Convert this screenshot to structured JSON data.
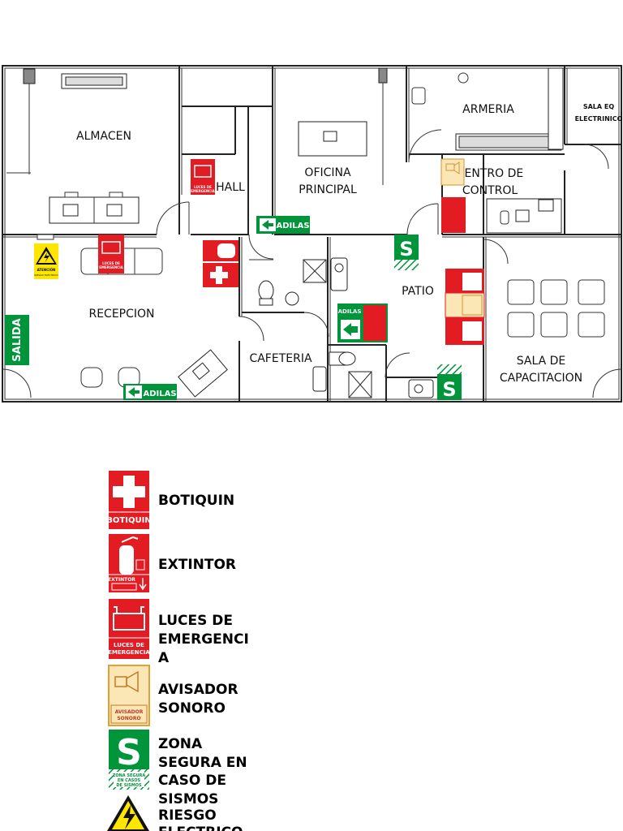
{
  "rooms": {
    "almacen": "ALMACEN",
    "hall": "HALL",
    "oficina_line1": "OFICINA",
    "oficina_line2": "PRINCIPAL",
    "armeria": "ARMERIA",
    "sala_eq_line1": "SALA EQ",
    "sala_eq_line2": "ELECTRINICO",
    "centro_line1": "CENTRO DE",
    "centro_line2": "CONTROL",
    "recepcion": "RECEPCION",
    "patio": "PATIO",
    "cafeteria": "CAFETERIA",
    "sala_cap_line1": "SALA DE",
    "sala_cap_line2": "CAPACITACION"
  },
  "signs": {
    "salida": "SALIDA",
    "salida_mirrored": "ADILAS",
    "luces_line1": "LUCES DE",
    "luces_line2": "EMERGENCIA",
    "atencion_line1": "ATENCIÓN",
    "atencion_line2": "RIESGO ELÉCTRICO",
    "botiquin": "BOTIQUIN",
    "extintor": "EXTINTOR",
    "zona_segura_line1": "ZONA SEGURA",
    "zona_segura_line2": "EN CASOS",
    "zona_segura_line3": "DE SISMOS",
    "avisador_line1": "AVISADOR",
    "avisador_line2": "SONORO",
    "s_letter": "S"
  },
  "legend": [
    {
      "icon": "first-aid",
      "lines": [
        "BOTIQUIN"
      ]
    },
    {
      "icon": "extinguisher",
      "lines": [
        "EXTINTOR"
      ]
    },
    {
      "icon": "emergency-light",
      "lines": [
        "LUCES DE",
        "EMERGENCI",
        "A"
      ]
    },
    {
      "icon": "sound-alarm",
      "lines": [
        "AVISADOR",
        "SONORO"
      ]
    },
    {
      "icon": "safe-zone",
      "lines": [
        "ZONA",
        "SEGURA EN",
        "CASO DE",
        "SISMOS"
      ]
    },
    {
      "icon": "electrical-hazard",
      "lines": [
        "RIESGO",
        "ELECTRICO"
      ]
    }
  ],
  "colors": {
    "sign_red": "#e31b23",
    "sign_green": "#00953b",
    "caution_yellow": "#ffe600",
    "alarm_cream": "#fbe7b5",
    "wall": "#222222"
  }
}
